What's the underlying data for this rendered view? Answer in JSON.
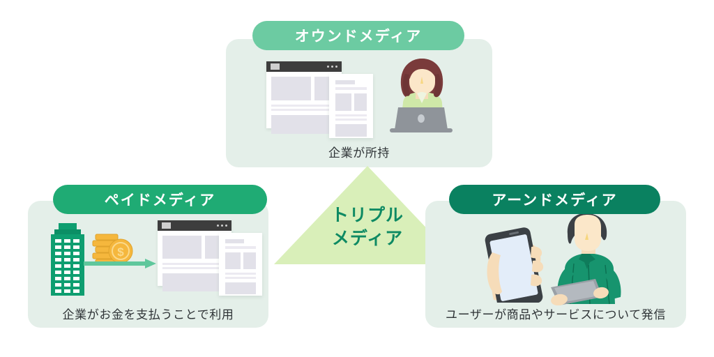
{
  "diagram": {
    "center_label_line1": "トリプル",
    "center_label_line2": "メディア"
  },
  "panels": {
    "owned": {
      "badge": "オウンドメディア",
      "caption": "企業が所持",
      "badge_color": "#6ccba2",
      "panel_color": "#e4efe9",
      "illustration": [
        "browser-window-icon",
        "document-page-icon",
        "woman-with-laptop-illustration"
      ]
    },
    "paid": {
      "badge": "ペイドメディア",
      "caption": "企業がお金を支払うことで利用",
      "badge_color": "#1fab74",
      "panel_color": "#e4efe9",
      "illustration": [
        "office-building-icon",
        "coin-stack-icon",
        "right-arrow-icon",
        "browser-window-icon",
        "document-page-icon"
      ]
    },
    "earned": {
      "badge": "アーンドメディア",
      "caption": "ユーザーが商品やサービスについて発信",
      "badge_color": "#0a8160",
      "panel_color": "#e4efe9",
      "illustration": [
        "hand-holding-smartphone-illustration",
        "man-with-tablet-illustration"
      ]
    }
  },
  "colors": {
    "triangle": "#d9efb9",
    "triangle_text": "#0e8a63",
    "caption_text": "#2f3437",
    "coin_gold": "#f5b73d",
    "building_green": "#0e9e70",
    "arrow_green": "#5fc79c",
    "background": "#ffffff"
  }
}
